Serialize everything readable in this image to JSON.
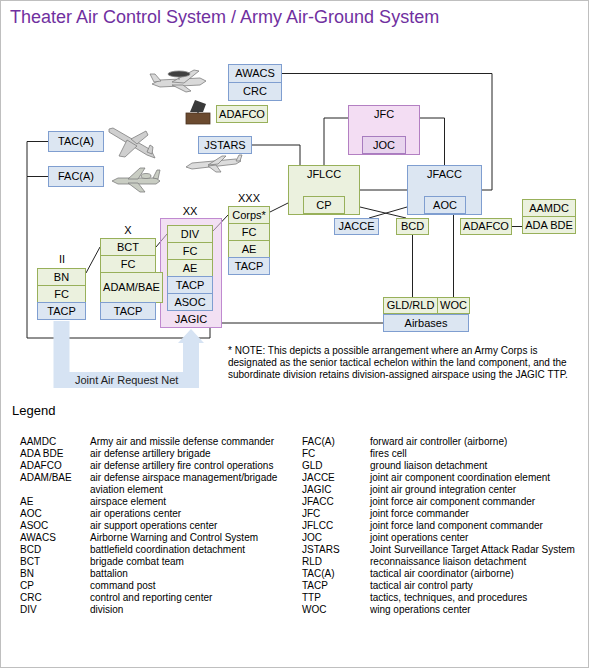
{
  "diagram": {
    "title": "Theater Air Control System / Army Air-Ground System",
    "nodes": [
      {
        "text": [
          "AWACS"
        ]
      },
      {
        "text": [
          "CRC"
        ]
      },
      {
        "text": [
          "ADAFCO"
        ]
      },
      {
        "text": [
          "TAC(A)"
        ]
      },
      {
        "text": [
          "JSTARS"
        ]
      },
      {
        "text": [
          "JFC"
        ]
      },
      {
        "text": [
          "JOC"
        ],
        "in": 5
      },
      {
        "text": [
          "FAC(A)"
        ]
      },
      {
        "text": [
          "JFLCC"
        ]
      },
      {
        "text": [
          "CP"
        ],
        "in": 8
      },
      {
        "text": [
          "JFACC"
        ]
      },
      {
        "text": [
          "AOC"
        ],
        "in": 10
      },
      {
        "text": [
          "AAMDC"
        ]
      },
      {
        "text": [
          "ADA BDE"
        ]
      },
      {
        "text": [
          "Corps*"
        ]
      },
      {
        "text": [
          "FC"
        ]
      },
      {
        "text": [
          "AE"
        ]
      },
      {
        "text": [
          "TACP"
        ]
      },
      {
        "text": [
          "JACCE"
        ]
      },
      {
        "text": [
          "BCD"
        ]
      },
      {
        "text": [
          "ADAFCO"
        ]
      },
      {
        "text": [
          "JAGIC"
        ]
      },
      {
        "text": [
          "DIV"
        ],
        "in": 21
      },
      {
        "text": [
          "FC"
        ],
        "in": 21
      },
      {
        "text": [
          "AE"
        ],
        "in": 21
      },
      {
        "text": [
          "TACP"
        ],
        "in": 21
      },
      {
        "text": [
          "ASOC"
        ],
        "in": 21
      },
      {
        "text": [
          "BCT"
        ]
      },
      {
        "text": [
          "FC"
        ]
      },
      {
        "text": [
          "ADAM/BAE"
        ]
      },
      {
        "text": [
          "TACP"
        ]
      },
      {
        "text": [
          "BN"
        ]
      },
      {
        "text": [
          "FC"
        ]
      },
      {
        "text": [
          "TACP"
        ]
      },
      {
        "text": [
          "GLD/RLD"
        ]
      },
      {
        "text": [
          "WOC"
        ]
      },
      {
        "text": [
          "Airbases"
        ]
      }
    ],
    "edges": [
      {
        "from": 0,
        "to": 10,
        "arrow": "none"
      },
      {
        "from": 5,
        "to": 8,
        "arrow": "none"
      },
      {
        "from": 5,
        "to": 10,
        "arrow": "none"
      },
      {
        "from": 8,
        "to": 10,
        "arrow": "none"
      },
      {
        "from": 4,
        "to": 8,
        "arrow": "none"
      },
      {
        "from": 8,
        "to": 19,
        "arrow": "none"
      },
      {
        "from": 10,
        "to": 18,
        "arrow": "none"
      },
      {
        "from": 20,
        "to": 13,
        "arrow": "none"
      },
      {
        "from": 19,
        "to": 34,
        "arrow": "none"
      },
      {
        "from": 11,
        "to": 35,
        "arrow": "none"
      },
      {
        "from": 14,
        "to": 8,
        "arrow": "none"
      },
      {
        "from": 22,
        "to": 14,
        "arrow": "none"
      },
      {
        "from": 27,
        "to": 22,
        "arrow": "none"
      },
      {
        "from": 31,
        "to": 27,
        "arrow": "none"
      },
      {
        "from": 3,
        "to": 7,
        "arrow": "none"
      },
      {
        "from": 7,
        "to": 21,
        "arrow": "none"
      },
      {
        "from": 21,
        "to": 36,
        "arrow": "none"
      },
      {
        "from": 33,
        "to": 21,
        "label": "Joint Air Request Net",
        "arrow": "to"
      }
    ],
    "labels": [
      "II",
      "X",
      "XX",
      "XXX",
      "* NOTE: This depicts a possible arrangement where an Army Corps is designated as the senior tactical echelon within the land component, and the subordinate division retains division-assigned airspace using the JAGIC TTP.",
      "Legend",
      "AAMDC",
      "Army air and missile defense commander",
      "ADA BDE",
      "air defense artillery brigade",
      "ADAFCO",
      "air defense artillery fire control operations",
      "ADAM/BAE",
      "air defense airspace management/brigade aviation element",
      "AE",
      "airspace element",
      "AOC",
      "air operations center",
      "ASOC",
      "air support operations center",
      "AWACS",
      "Airborne Warning and Control System",
      "BCD",
      "battlefield coordination detachment",
      "BCT",
      "brigade combat team",
      "BN",
      "battalion",
      "CP",
      "command post",
      "CRC",
      "control and reporting center",
      "DIV",
      "division",
      "FAC(A)",
      "forward air controller (airborne)",
      "FC",
      "fires cell",
      "GLD",
      "ground liaison detachment",
      "JACCE",
      "joint air component coordination element",
      "JAGIC",
      "joint air ground integration center",
      "JFACC",
      "joint force air component commander",
      "JFC",
      "joint force commander",
      "JFLCC",
      "joint force land component commander",
      "JOC",
      "joint operations center",
      "JSTARS",
      "Joint Surveillance Target Attack Radar System",
      "RLD",
      "reconnaissance liaison detachment",
      "TAC(A)",
      "tactical air coordinator (airborne)",
      "TACP",
      "tactical air control party",
      "TTP",
      "tactics, techniques, and procedures",
      "WOC",
      "wing operations center"
    ]
  }
}
